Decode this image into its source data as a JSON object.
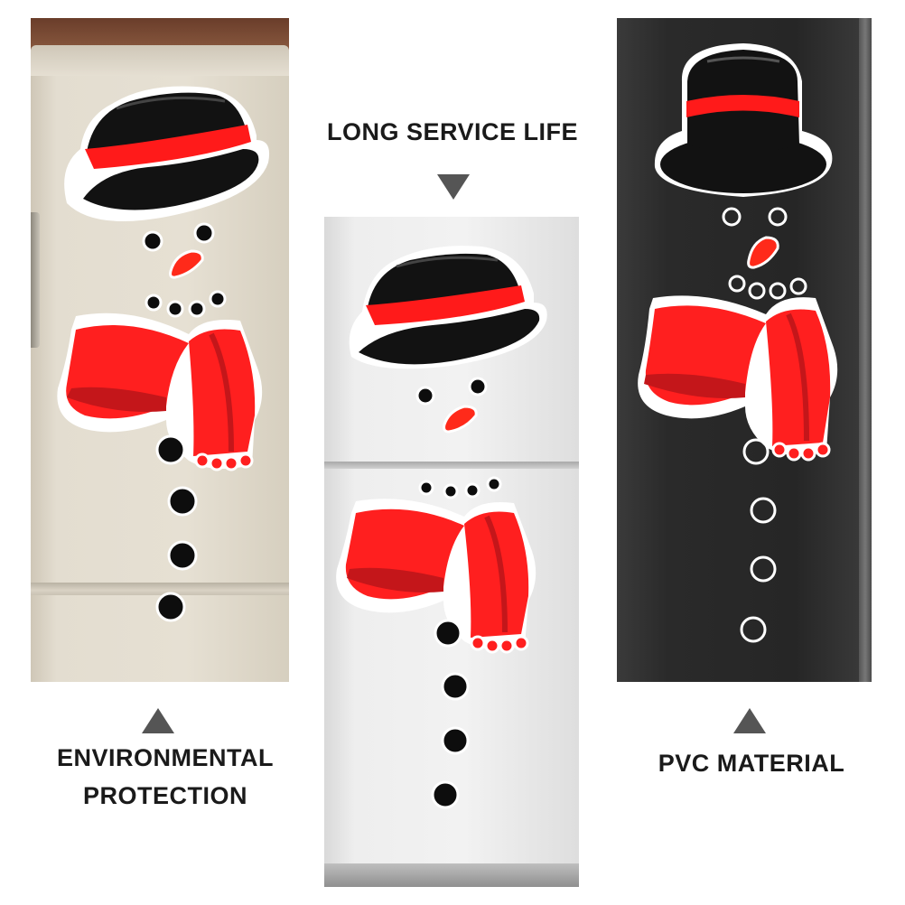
{
  "captions": {
    "top": "LONG SERVICE LIFE",
    "left_line1": "ENVIRONMENTAL",
    "left_line2": "PROTECTION",
    "right": "PVC MATERIAL"
  },
  "colors": {
    "hat": "#121212",
    "hat_band": "#ff1a1a",
    "scarf": "#ff1f1f",
    "scarf_shade": "#c4161a",
    "nose": "#ff2a1a",
    "coal": "#0d0d0d",
    "sticker_outline": "#ffffff"
  },
  "icons": {
    "top_arrow": "triangle-down-icon",
    "left_arrow": "triangle-up-icon",
    "right_arrow": "triangle-up-icon"
  }
}
